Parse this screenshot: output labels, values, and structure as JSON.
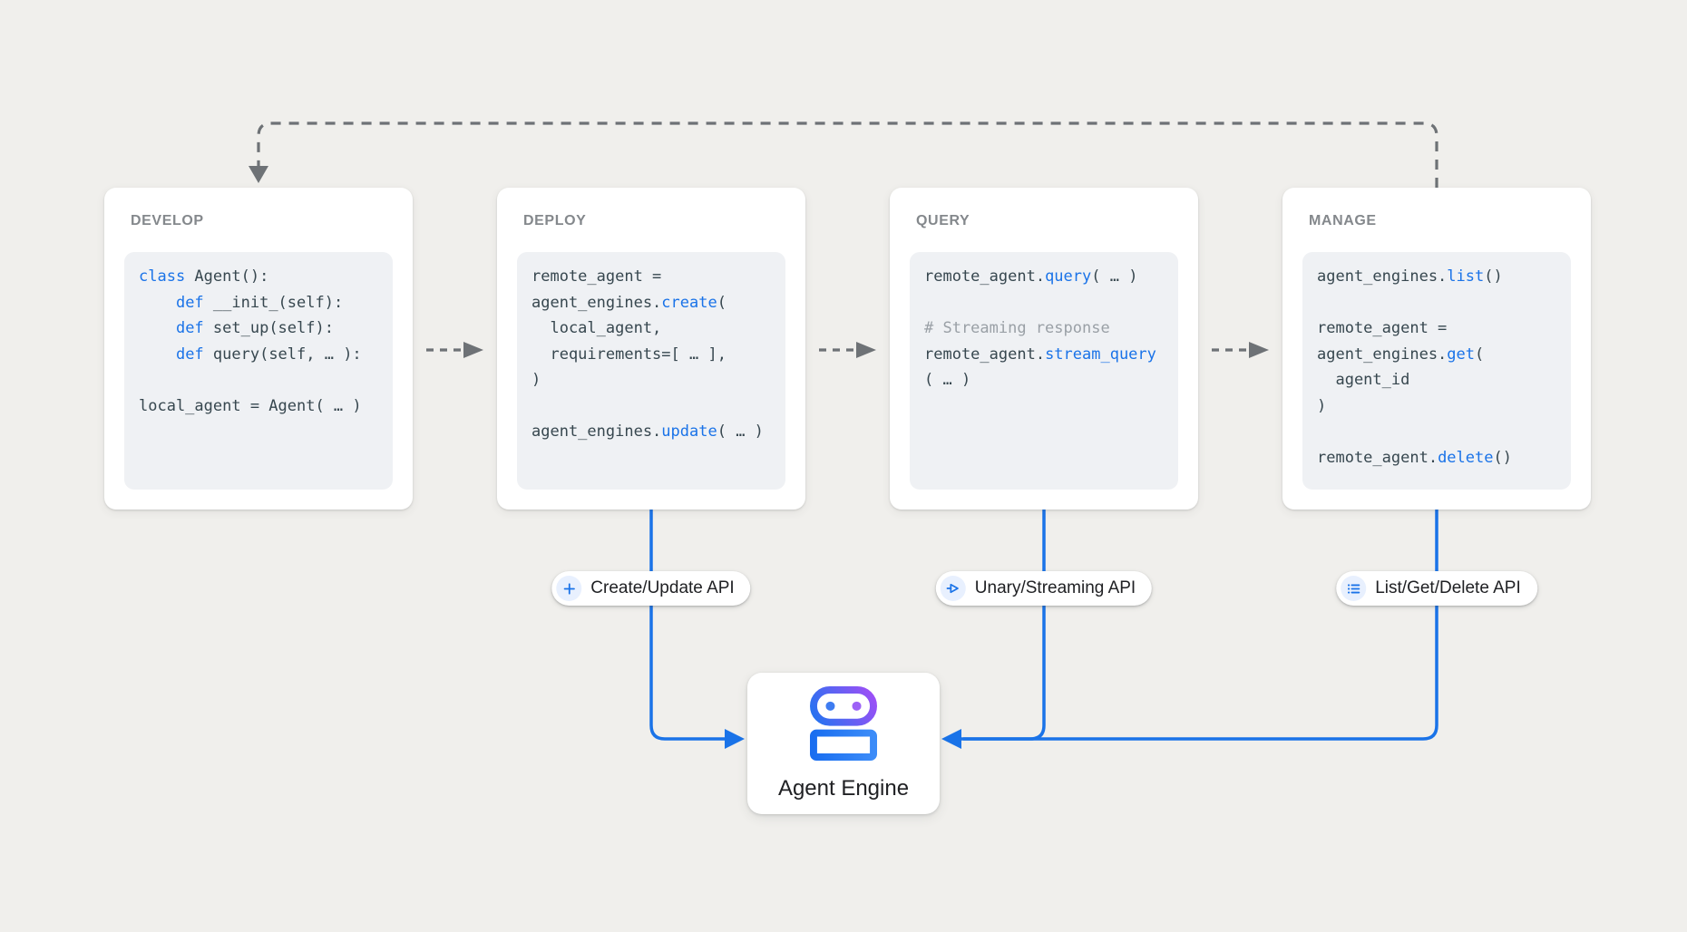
{
  "colors": {
    "bg": "#f0efec",
    "card": "#ffffff",
    "codebg": "#eff1f4",
    "codetext": "#37474f",
    "keyword": "#1a73e8",
    "comment": "#9aa0a6",
    "titlegray": "#84888c",
    "dash": "#6e7276",
    "blue": "#1a73e8",
    "pilliconbg": "#e8f0fe",
    "pilltext": "#202124",
    "robot_gradient_blue": "#2374f0",
    "robot_gradient_purple": "#a04ef6"
  },
  "flow": {
    "cards": [
      {
        "id": "develop",
        "title": "DEVELOP",
        "code": [
          [
            [
              "k",
              "class"
            ],
            [
              "p",
              " Agent():"
            ]
          ],
          [
            [
              "p",
              "    "
            ],
            [
              "k",
              "def"
            ],
            [
              "p",
              " __init_(self):"
            ]
          ],
          [
            [
              "p",
              "    "
            ],
            [
              "k",
              "def"
            ],
            [
              "p",
              " set_up(self):"
            ]
          ],
          [
            [
              "p",
              "    "
            ],
            [
              "k",
              "def"
            ],
            [
              "p",
              " query(self, … ):"
            ]
          ],
          [],
          [
            [
              "p",
              "local_agent = Agent( … )"
            ]
          ]
        ]
      },
      {
        "id": "deploy",
        "title": "DEPLOY",
        "code": [
          [
            [
              "p",
              "remote_agent ="
            ]
          ],
          [
            [
              "p",
              "agent_engines."
            ],
            [
              "k",
              "create"
            ],
            [
              "p",
              "("
            ]
          ],
          [
            [
              "p",
              "  local_agent,"
            ]
          ],
          [
            [
              "p",
              "  requirements=[ … ],"
            ]
          ],
          [
            [
              "p",
              ")"
            ]
          ],
          [],
          [
            [
              "p",
              "agent_engines."
            ],
            [
              "k",
              "update"
            ],
            [
              "p",
              "( … )"
            ]
          ]
        ]
      },
      {
        "id": "query",
        "title": "QUERY",
        "code": [
          [
            [
              "p",
              "remote_agent."
            ],
            [
              "k",
              "query"
            ],
            [
              "p",
              "( … )"
            ]
          ],
          [],
          [
            [
              "c",
              "# Streaming response"
            ]
          ],
          [
            [
              "p",
              "remote_agent."
            ],
            [
              "k",
              "stream_query"
            ]
          ],
          [
            [
              "p",
              "( … )"
            ]
          ]
        ]
      },
      {
        "id": "manage",
        "title": "MANAGE",
        "code": [
          [
            [
              "p",
              "agent_engines."
            ],
            [
              "k",
              "list"
            ],
            [
              "p",
              "()"
            ]
          ],
          [],
          [
            [
              "p",
              "remote_agent ="
            ]
          ],
          [
            [
              "p",
              "agent_engines."
            ],
            [
              "k",
              "get"
            ],
            [
              "p",
              "("
            ]
          ],
          [
            [
              "p",
              "  agent_id"
            ]
          ],
          [
            [
              "p",
              ")"
            ]
          ],
          [],
          [
            [
              "p",
              "remote_agent."
            ],
            [
              "k",
              "delete"
            ],
            [
              "p",
              "()"
            ]
          ]
        ]
      }
    ]
  },
  "pills": [
    {
      "icon": "plus-icon",
      "label": "Create/Update API"
    },
    {
      "icon": "stream-icon",
      "label": "Unary/Streaming API"
    },
    {
      "icon": "list-icon",
      "label": "List/Get/Delete API"
    }
  ],
  "engine": {
    "icon": "robot-icon",
    "label": "Agent Engine"
  }
}
